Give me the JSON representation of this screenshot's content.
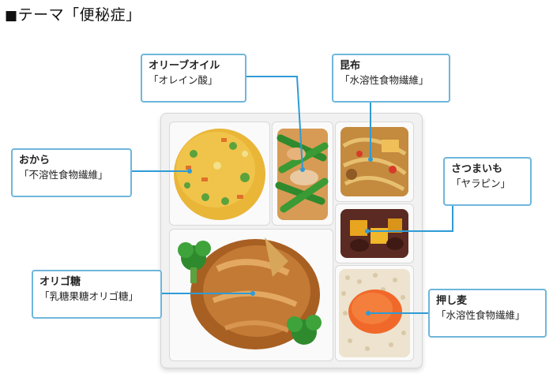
{
  "header": {
    "title_square": "■",
    "title": "テーマ「便秘症」"
  },
  "labels": [
    {
      "id": "olive",
      "name": "オリーブオイル",
      "sub": "「オレイン酸」"
    },
    {
      "id": "konbu",
      "name": "昆布",
      "sub": "「水溶性食物繊維」"
    },
    {
      "id": "okara",
      "name": "おから",
      "sub": "「不溶性食物繊維」"
    },
    {
      "id": "satsuma",
      "name": "さつまいも",
      "sub": "「ヤラピン」"
    },
    {
      "id": "oligo",
      "name": "オリゴ糖",
      "sub": "「乳糖果糖オリゴ糖」"
    },
    {
      "id": "oshimugi",
      "name": "押し麦",
      "sub": "「水溶性食物繊維」"
    }
  ],
  "colors": {
    "callout_border": "#6fb6dc",
    "connector": "#2f9bd6"
  }
}
